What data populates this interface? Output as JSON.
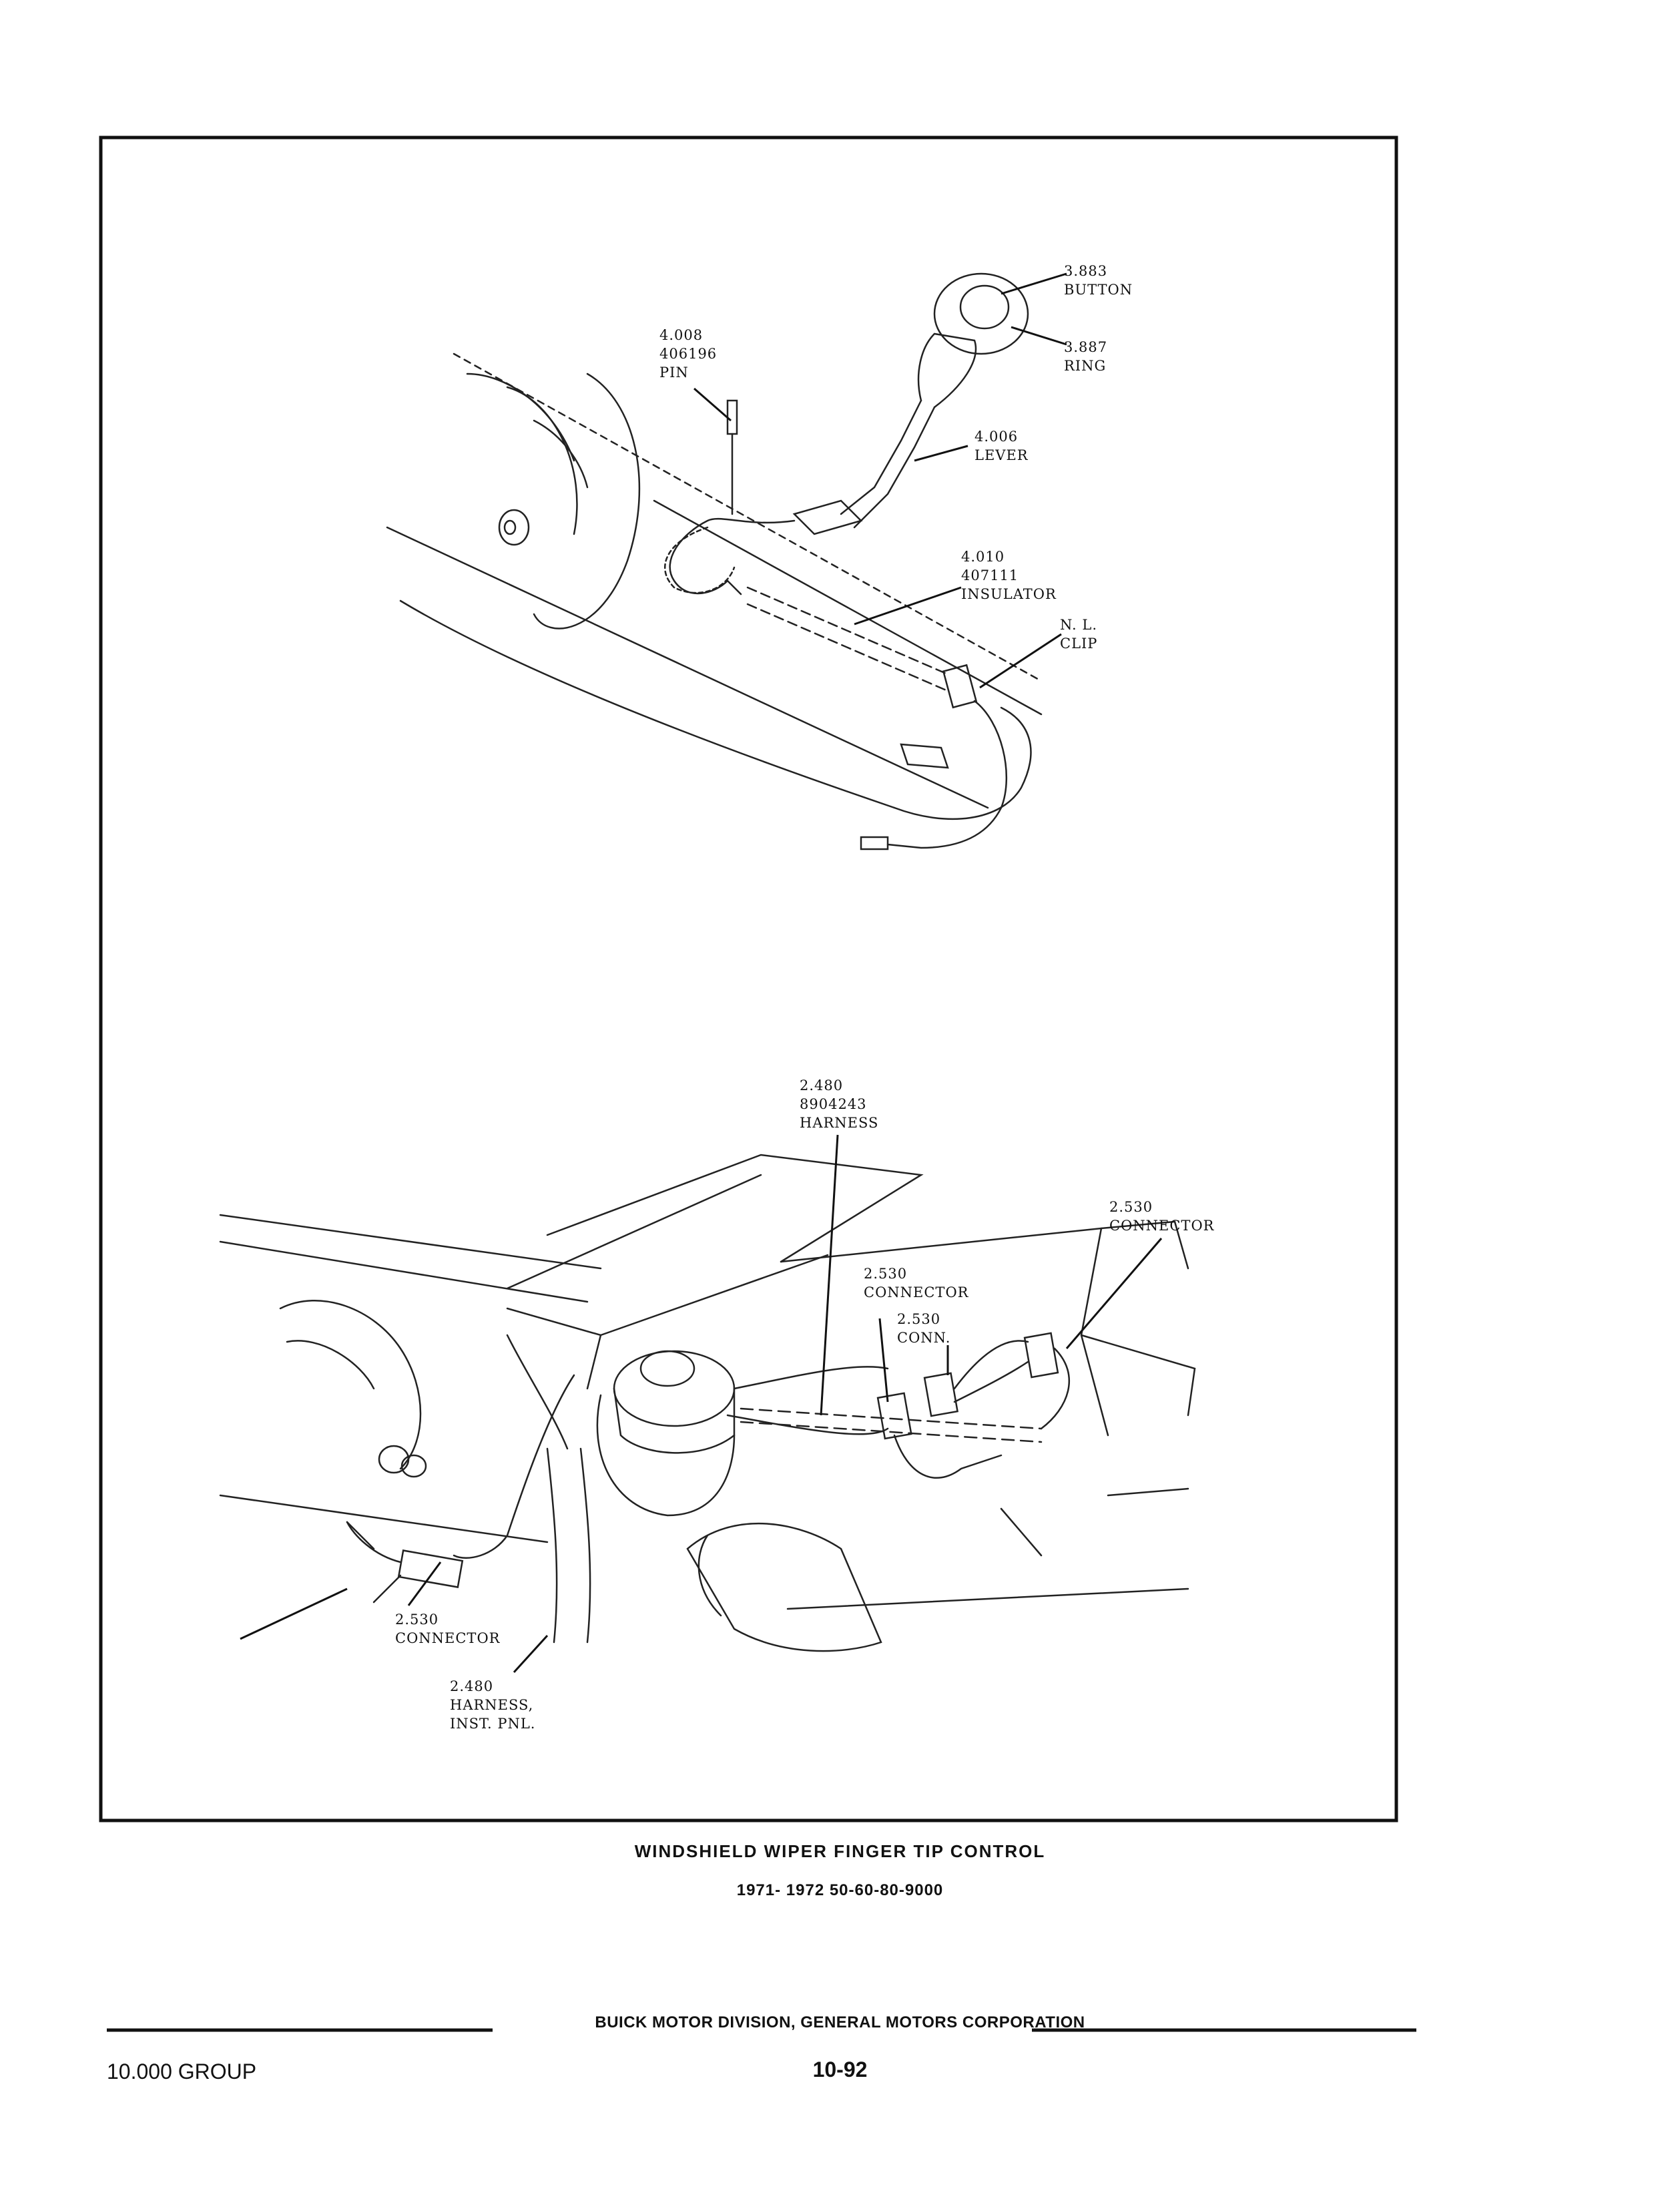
{
  "diagram": {
    "top_callouts": [
      {
        "lines": [
          "3.883",
          "BUTTON"
        ]
      },
      {
        "lines": [
          "4.008",
          "406196",
          "PIN"
        ]
      },
      {
        "lines": [
          "3.887",
          "RING"
        ]
      },
      {
        "lines": [
          "4.006",
          "LEVER"
        ]
      },
      {
        "lines": [
          "4.010",
          "407111",
          "INSULATOR"
        ]
      },
      {
        "lines": [
          "N. L.",
          "CLIP"
        ]
      }
    ],
    "bottom_callouts": [
      {
        "lines": [
          "2.480",
          "8904243",
          "HARNESS"
        ]
      },
      {
        "lines": [
          "2.530",
          "CONNECTOR"
        ]
      },
      {
        "lines": [
          "2.530",
          "CONNECTOR"
        ]
      },
      {
        "lines": [
          "2.530",
          "CONN."
        ]
      },
      {
        "lines": [
          "2.530",
          "CONNECTOR"
        ]
      },
      {
        "lines": [
          "2.480",
          "HARNESS,",
          "INST. PNL."
        ]
      }
    ]
  },
  "caption": {
    "title": "WINDSHIELD WIPER FINGER TIP CONTROL",
    "models": "1971- 1972 50-60-80-9000"
  },
  "footer": {
    "corporation": "BUICK MOTOR DIVISION, GENERAL MOTORS CORPORATION",
    "group": "10.000 GROUP",
    "page": "10-92"
  }
}
